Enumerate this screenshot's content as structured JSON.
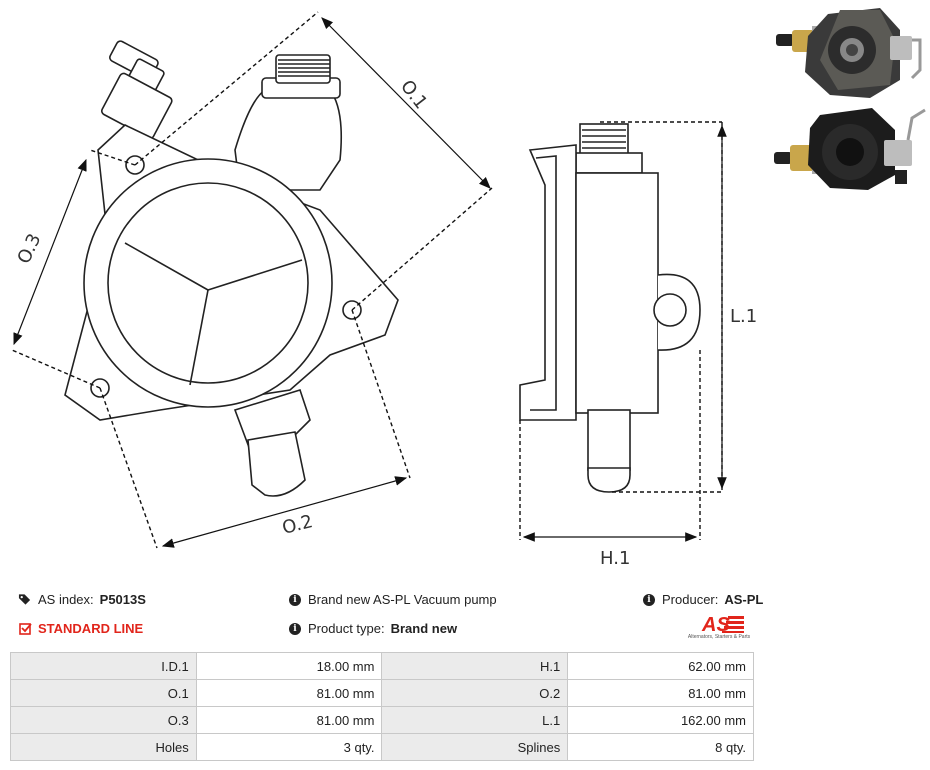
{
  "dimensions": {
    "o1": "O.1",
    "o2": "O.2",
    "o3": "O.3",
    "h1": "H.1",
    "l1": "L.1"
  },
  "info": {
    "index_label": "AS index:",
    "index_value": "P5013S",
    "line_label": "STANDARD LINE",
    "description": "Brand new AS-PL Vacuum pump",
    "type_label": "Product type:",
    "type_value": "Brand new",
    "producer_label": "Producer:",
    "producer_value": "AS-PL"
  },
  "logo": {
    "mark": "AS",
    "tagline": "Alternators, Starters & Parts",
    "color": "#e1251b"
  },
  "specs": [
    {
      "k1": "I.D.1",
      "v1": "18.00 mm",
      "k2": "H.1",
      "v2": "62.00 mm"
    },
    {
      "k1": "O.1",
      "v1": "81.00 mm",
      "k2": "O.2",
      "v2": "81.00 mm"
    },
    {
      "k1": "O.3",
      "v1": "81.00 mm",
      "k2": "L.1",
      "v2": "162.00 mm"
    },
    {
      "k1": "Holes",
      "v1": "3 qty.",
      "k2": "Splines",
      "v2": "8 qty."
    }
  ]
}
